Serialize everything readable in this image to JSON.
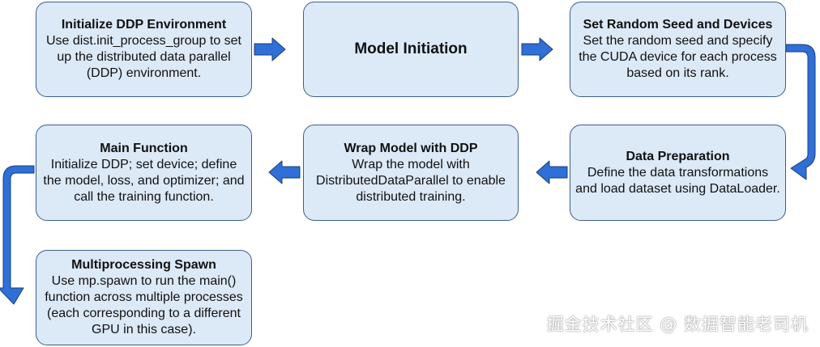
{
  "nodes": {
    "init_ddp": {
      "title": "Initialize DDP Environment",
      "desc": "Use dist.init_process_group to set up the distributed data parallel (DDP) environment."
    },
    "model_init": {
      "title": "Model Initiation"
    },
    "seed_devices": {
      "title": "Set Random Seed and Devices",
      "desc": "Set the random seed and specify the CUDA device for each process based on its rank."
    },
    "data_prep": {
      "title": "Data Preparation",
      "desc": "Define the data transformations and load dataset using DataLoader."
    },
    "wrap_ddp": {
      "title": "Wrap Model with DDP",
      "desc": "Wrap the model with DistributedDataParallel to enable distributed training."
    },
    "main_fn": {
      "title": "Main Function",
      "desc": "Initialize DDP; set device; define the model, loss, and optimizer; and call the training function."
    },
    "mp_spawn": {
      "title": "Multiprocessing Spawn",
      "desc": "Use mp.spawn to run the main() function across multiple processes (each corresponding to a different GPU in this case)."
    }
  },
  "flow": [
    "init_ddp",
    "model_init",
    "seed_devices",
    "data_prep",
    "wrap_ddp",
    "main_fn",
    "mp_spawn"
  ],
  "watermark": "掘金技术社区 @ 数据智能老司机",
  "colors": {
    "box_fill": "#dce9f7",
    "box_border": "#3b5f8f",
    "arrow_fill": "#2e6fd8",
    "arrow_outline": "#1f3f73"
  }
}
